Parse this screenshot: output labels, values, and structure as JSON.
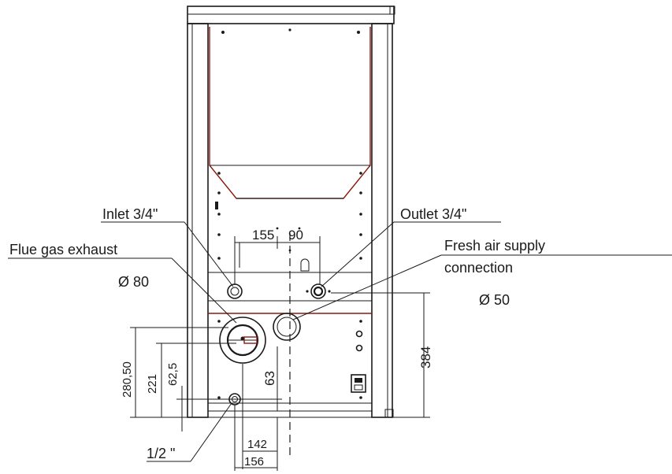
{
  "labels": {
    "inlet": "Inlet 3/4\"",
    "outlet": "Outlet 3/4\"",
    "flue": "Flue gas exhaust",
    "flue_dia": "Ø 80",
    "fresh_air_1": "Fresh air supply",
    "fresh_air_2": "connection",
    "fresh_dia": "Ø 50",
    "drain": "1/2 \""
  },
  "dimensions": {
    "d155": "155",
    "d90": "90",
    "d384": "384",
    "d280": "280,50",
    "d221": "221",
    "d62": "62,5",
    "d63": "63",
    "d142": "142",
    "d156": "156"
  }
}
